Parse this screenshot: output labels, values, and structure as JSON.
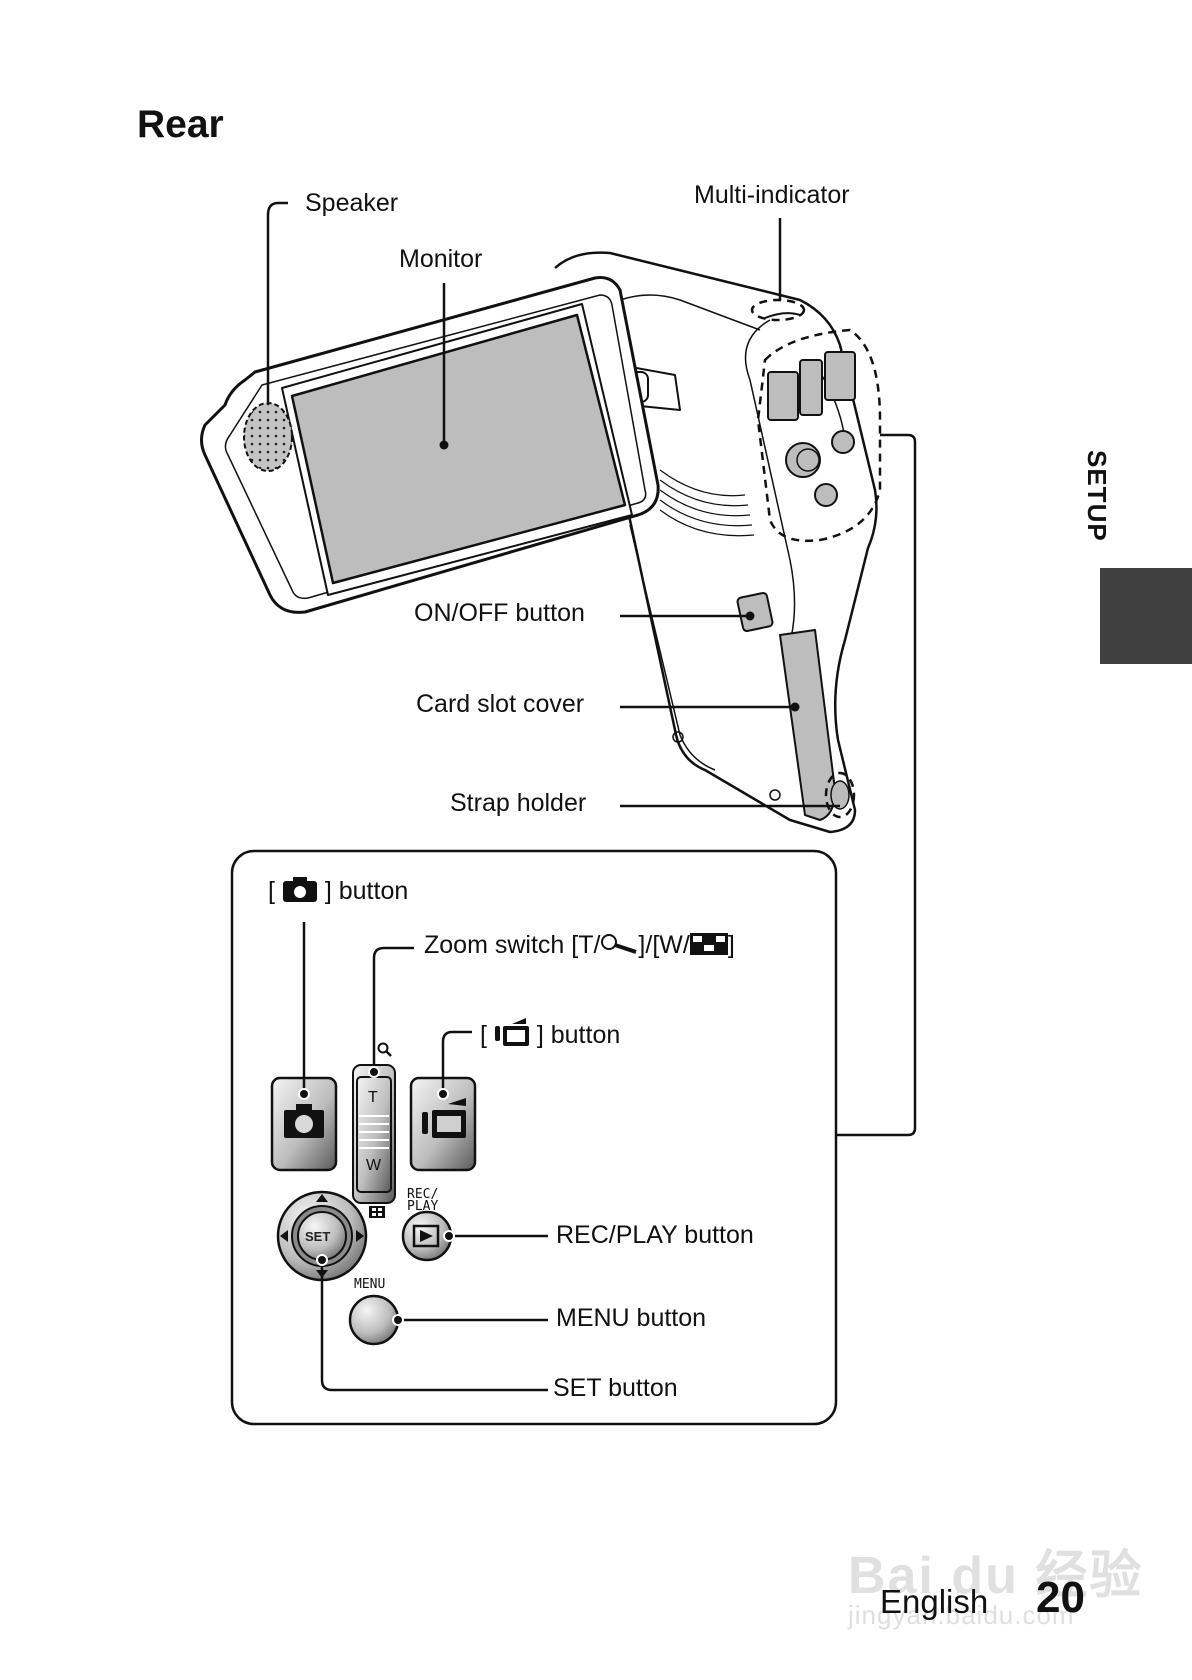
{
  "page": {
    "section_title": "Rear",
    "side_tab_label": "SETUP",
    "footer_language": "English",
    "page_number": "20",
    "watermark": {
      "brand": "Bai du 经验",
      "url": "jingyan.baidu.com"
    }
  },
  "callouts": {
    "speaker": "Speaker",
    "monitor": "Monitor",
    "multi_indicator": "Multi-indicator",
    "on_off_button": "ON/OFF button",
    "card_slot_cover": "Card slot cover",
    "strap_holder": "Strap holder"
  },
  "inset": {
    "photo_button": {
      "prefix": "[",
      "icon": "camera-icon",
      "suffix": "] button"
    },
    "zoom_switch": {
      "prefix": "Zoom switch [T/",
      "icon_tele": "magnifier-icon",
      "middle": "]/[W/",
      "icon_wide": "thumbnail-grid-icon",
      "suffix": "]"
    },
    "video_button": {
      "prefix": "[",
      "icon": "video-camera-icon",
      "suffix": "] button"
    },
    "rec_play_button": "REC/PLAY button",
    "menu_button": "MENU button",
    "set_button": "SET button",
    "device_labels": {
      "zoom_t": "T",
      "zoom_w": "W",
      "rec_play_line1": "REC/",
      "rec_play_line2": "PLAY",
      "menu": "MENU",
      "set": "SET"
    }
  },
  "colors": {
    "screen_gray": "#bdbdbd",
    "side_tab": "#404040",
    "ink": "#111111"
  }
}
